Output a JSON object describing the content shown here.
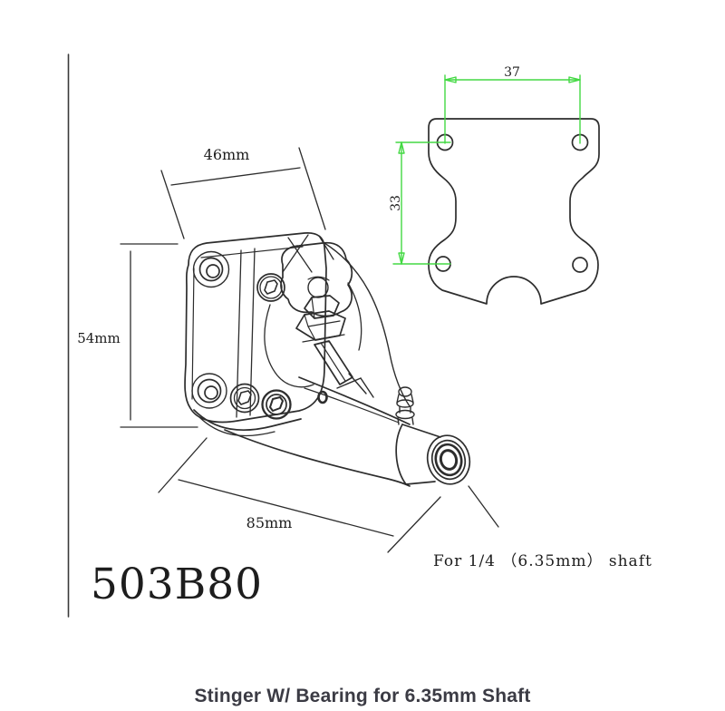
{
  "caption": {
    "text": "Stinger W/ Bearing for 6.35mm Shaft"
  },
  "drawing": {
    "part_number": "503B80",
    "shaft_note": "For 1/4 （6.35mm） shaft",
    "dimensions": {
      "top_width": "46mm",
      "left_height": "54mm",
      "bottom_length": "85mm"
    },
    "plate_view": {
      "hole_spacing_horizontal": "37",
      "hole_spacing_vertical": "33"
    }
  },
  "colors": {
    "line": "#2d2d2d",
    "dimension_green": "#43d943",
    "dimension_red": "#e04040",
    "caption_text": "#3b3b44"
  }
}
